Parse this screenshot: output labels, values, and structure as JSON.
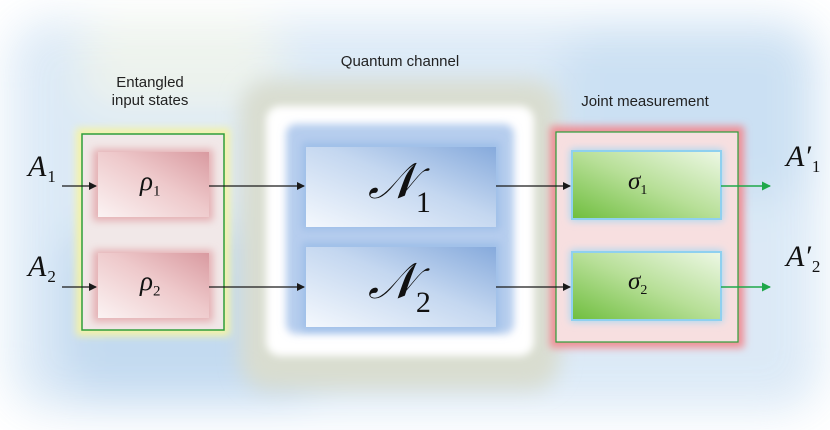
{
  "labels": {
    "entangled_line1": "Entangled",
    "entangled_line2": "input states",
    "channel": "Quantum channel",
    "measurement": "Joint measurement"
  },
  "ports": {
    "in1": {
      "letter": "A",
      "index": "1"
    },
    "in2": {
      "letter": "A",
      "index": "2"
    },
    "out1": {
      "letter": "A′",
      "index": "1"
    },
    "out2": {
      "letter": "A′",
      "index": "2"
    }
  },
  "states": [
    {
      "symbol": "ρ",
      "index": "1"
    },
    {
      "symbol": "ρ",
      "index": "2"
    }
  ],
  "channels": [
    {
      "symbol": "𝒩",
      "index": "1"
    },
    {
      "symbol": "𝒩",
      "index": "2"
    }
  ],
  "measurements": [
    {
      "symbol": "σ",
      "index": "1"
    },
    {
      "symbol": "σ",
      "index": "2"
    }
  ],
  "colors": {
    "state_box": "#e9b9bd",
    "state_frame": "#2f9e3a",
    "state_glow": "#f3f07a",
    "channel_box": "#8fb3e0",
    "channel_glow": "#7ea9e6",
    "measure_box": "#8ccb55",
    "measure_frame": "#e07a80",
    "arrow_black": "#1a1a1a",
    "arrow_red": "#d94a55",
    "arrow_blue": "#2f77c8",
    "arrow_green": "#1fa84a"
  }
}
